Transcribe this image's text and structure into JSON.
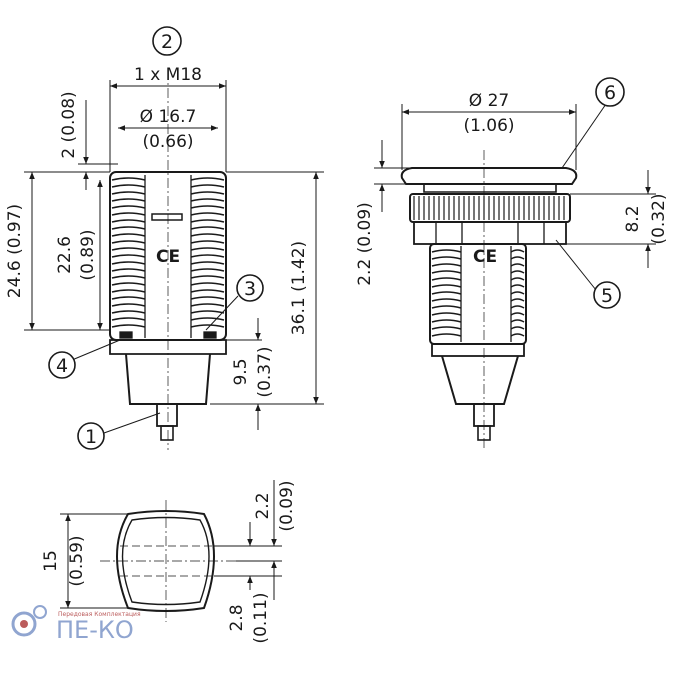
{
  "callouts": [
    "1",
    "2",
    "3",
    "4",
    "5",
    "6"
  ],
  "dimensions": {
    "thread": "1 x M18",
    "dia_top_mm": "Ø 16.7",
    "dia_top_in": "(0.66)",
    "flange_top_mm": "2",
    "flange_top_in": "(0.08)",
    "total_thread_mm": "24.6",
    "total_thread_in": "(0.97)",
    "thread_len_mm": "22.6",
    "thread_len_in": "(0.89)",
    "overall_mm": "36.1",
    "overall_in": "(1.42)",
    "connector_mm": "9.5",
    "connector_in": "(0.37)",
    "cap_dia_mm": "Ø 27",
    "cap_dia_in": "(1.06)",
    "cap_thick_mm": "2.2",
    "cap_thick_in": "(0.09)",
    "nut_mm": "8.2",
    "nut_in": "(0.32)",
    "flat_top_mm": "2.2",
    "flat_top_in": "(0.09)",
    "width_mm": "15",
    "width_in": "(0.59)",
    "flat_bot_mm": "2.8",
    "flat_bot_in": "(0.11)"
  },
  "marks": {
    "ce": "CE"
  },
  "logo": {
    "text": "ПЕ-КО",
    "tagline": "Передовая Комплектация"
  },
  "colors": {
    "line": "#1a1a1a",
    "logo": "#7d96c8",
    "logo_accent": "#b04040"
  }
}
